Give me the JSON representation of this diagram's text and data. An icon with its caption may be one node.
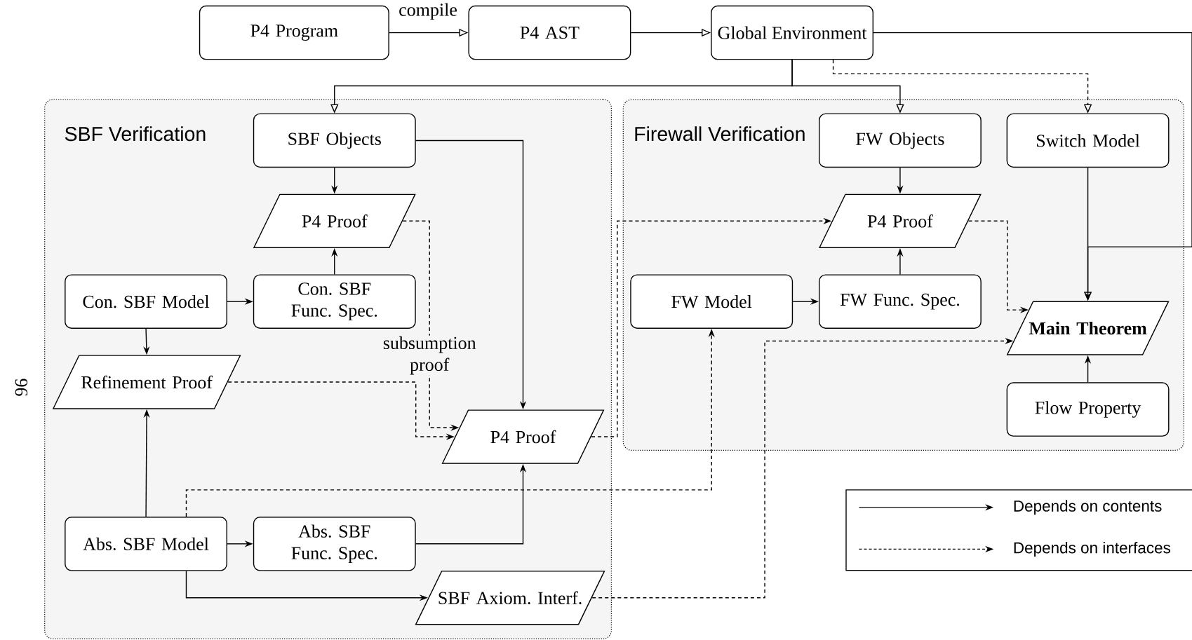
{
  "diagram": {
    "nodes": [
      {
        "text": [
          "P4 Program"
        ]
      },
      {
        "text": [
          "P4 AST"
        ]
      },
      {
        "text": [
          "Global Environment"
        ]
      },
      {
        "text": [
          "SBF Verification"
        ]
      },
      {
        "text": [
          "Firewall Verification"
        ]
      },
      {
        "text": [
          "SBF Objects"
        ],
        "in": 3
      },
      {
        "text": [
          "P4 Proof"
        ],
        "in": 3
      },
      {
        "text": [
          "Con. SBF Model"
        ],
        "in": 3
      },
      {
        "text": [
          "Con. SBF Func. Spec."
        ],
        "in": 3
      },
      {
        "text": [
          "Refinement Proof"
        ],
        "in": 3
      },
      {
        "text": [
          "P4 Proof"
        ],
        "in": 3
      },
      {
        "text": [
          "Abs. SBF Model"
        ],
        "in": 3
      },
      {
        "text": [
          "Abs. SBF Func. Spec."
        ],
        "in": 3
      },
      {
        "text": [
          "SBF Axiom. Interf."
        ],
        "in": 3
      },
      {
        "text": [
          "FW Objects"
        ],
        "in": 4
      },
      {
        "text": [
          "Switch Model"
        ],
        "in": 4
      },
      {
        "text": [
          "P4 Proof"
        ],
        "in": 4
      },
      {
        "text": [
          "FW Model"
        ],
        "in": 4
      },
      {
        "text": [
          "FW Func. Spec."
        ],
        "in": 4
      },
      {
        "text": [
          "Main Theorem"
        ],
        "in": 4
      },
      {
        "text": [
          "Flow Property"
        ],
        "in": 4
      }
    ],
    "edges": [
      {
        "from": 0,
        "to": 1,
        "arrow": "to",
        "label": "compile"
      },
      {
        "from": 1,
        "to": 2,
        "arrow": "to"
      },
      {
        "from": 2,
        "to": 19,
        "arrow": "to"
      },
      {
        "from": 2,
        "to": 5,
        "arrow": "to"
      },
      {
        "from": 2,
        "to": 14,
        "arrow": "to"
      },
      {
        "from": 2,
        "to": 15,
        "arrow": "to",
        "style": "dashed"
      },
      {
        "from": 5,
        "to": 6,
        "arrow": "to"
      },
      {
        "from": 5,
        "to": 10,
        "arrow": "to"
      },
      {
        "from": 7,
        "to": 8,
        "arrow": "to"
      },
      {
        "from": 8,
        "to": 6,
        "arrow": "to"
      },
      {
        "from": 7,
        "to": 9,
        "arrow": "to"
      },
      {
        "from": 6,
        "to": 10,
        "arrow": "to",
        "style": "dashed",
        "label": "subsumption proof"
      },
      {
        "from": 9,
        "to": 10,
        "arrow": "to",
        "style": "dashed"
      },
      {
        "from": 11,
        "to": 9,
        "arrow": "to"
      },
      {
        "from": 11,
        "to": 12,
        "arrow": "to"
      },
      {
        "from": 12,
        "to": 10,
        "arrow": "to"
      },
      {
        "from": 11,
        "to": 13,
        "arrow": "to"
      },
      {
        "from": 11,
        "to": 17,
        "arrow": "to",
        "style": "dashed"
      },
      {
        "from": 10,
        "to": 16,
        "arrow": "to",
        "style": "dashed"
      },
      {
        "from": 13,
        "to": 19,
        "arrow": "to",
        "style": "dashed"
      },
      {
        "from": 14,
        "to": 16,
        "arrow": "to"
      },
      {
        "from": 18,
        "to": 16,
        "arrow": "to"
      },
      {
        "from": 17,
        "to": 18,
        "arrow": "to"
      },
      {
        "from": 16,
        "to": 19,
        "arrow": "to",
        "style": "dashed"
      },
      {
        "from": 15,
        "to": 19,
        "arrow": "to"
      },
      {
        "from": 20,
        "to": 19,
        "arrow": "to"
      }
    ],
    "labels": [
      "96"
    ],
    "legend": [
      {
        "text": "Depends on contents"
      },
      {
        "text": "Depends on interfaces"
      }
    ]
  }
}
